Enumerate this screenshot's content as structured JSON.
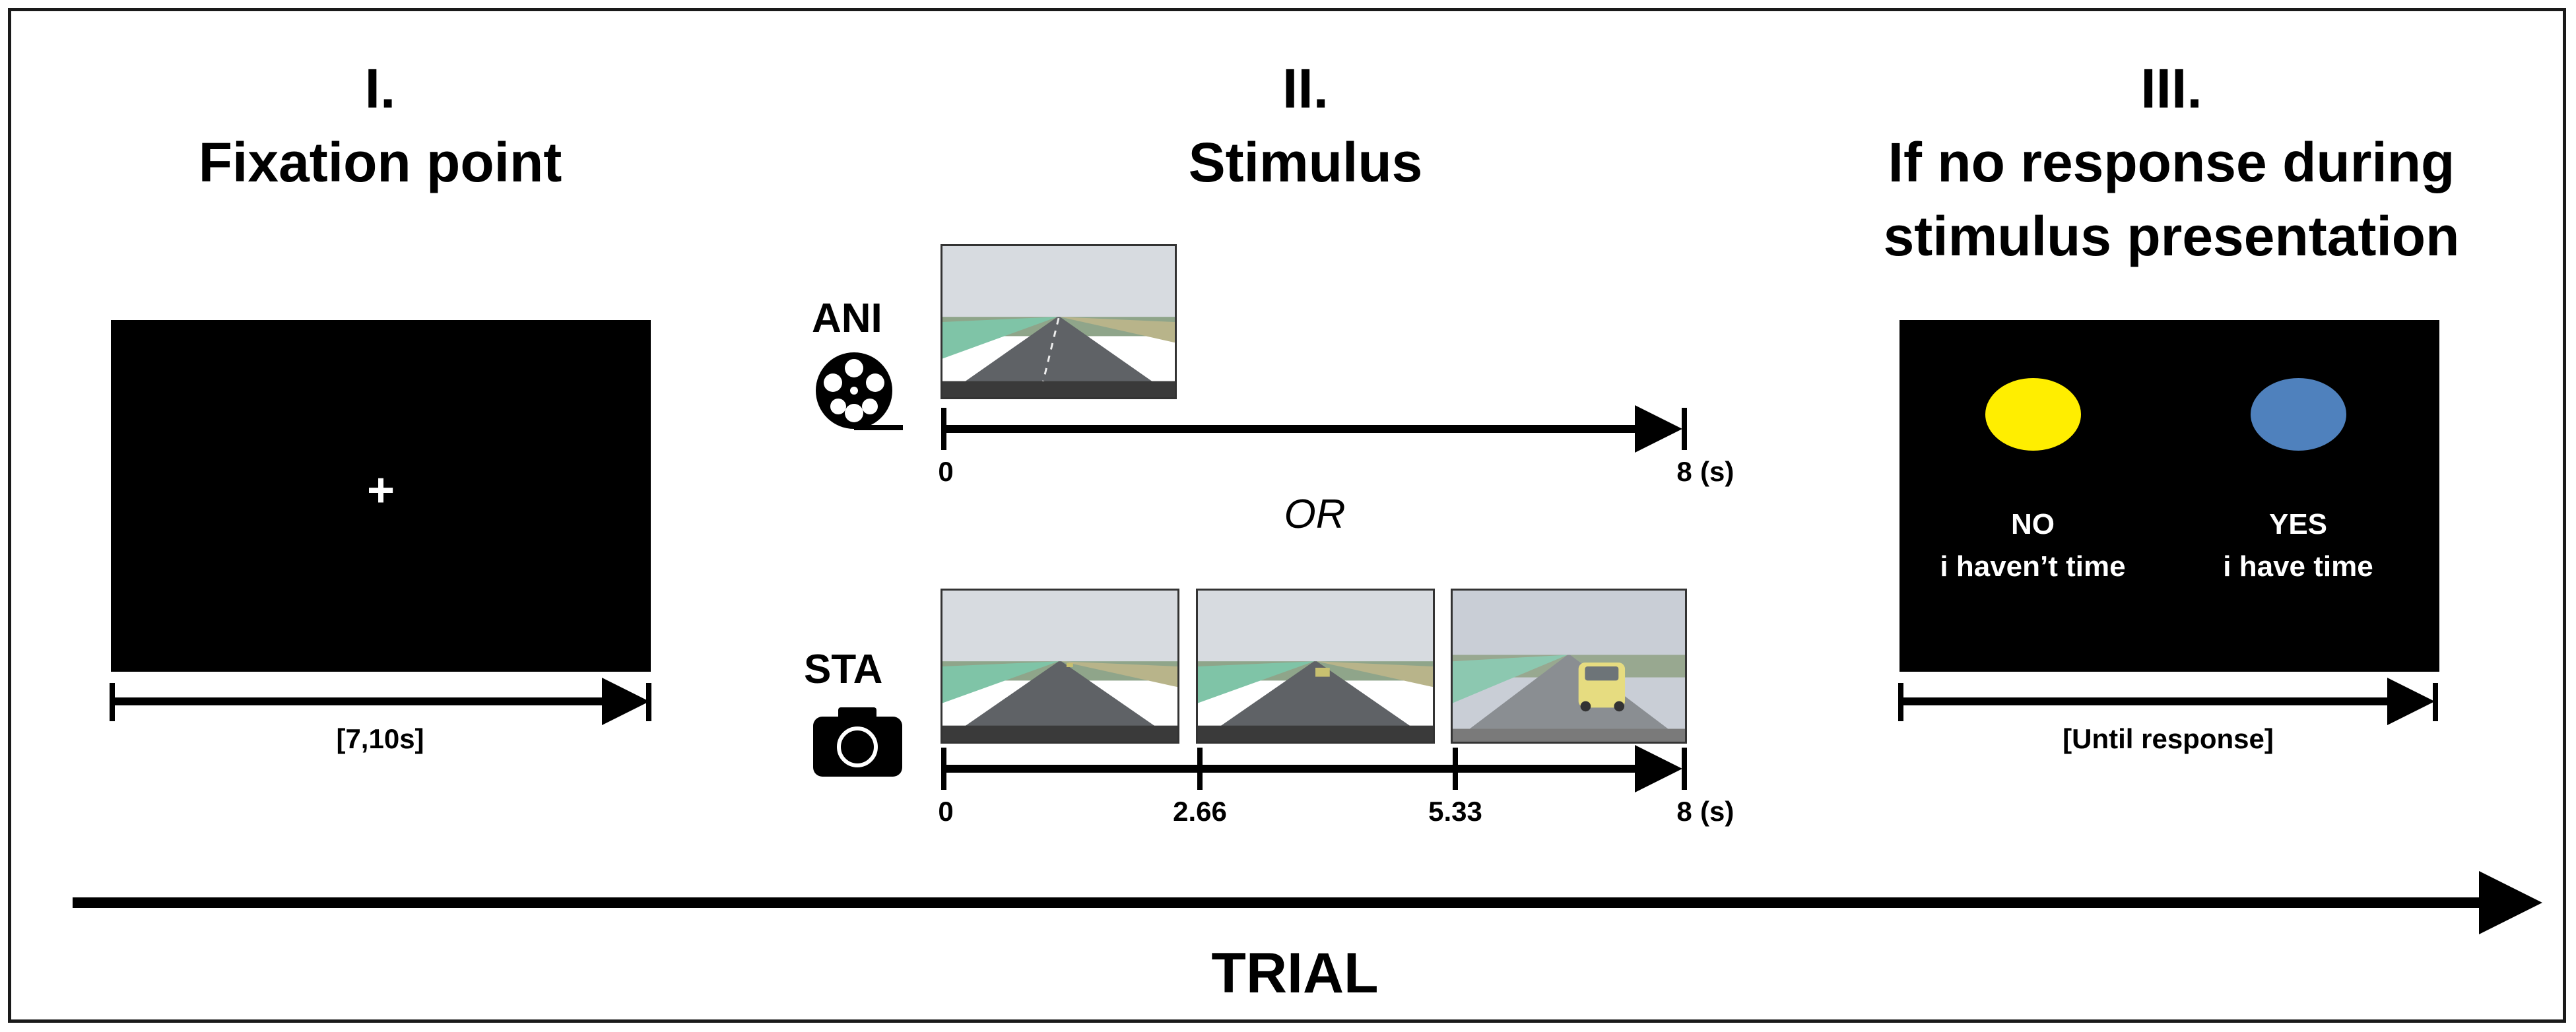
{
  "panels": [
    {
      "numeral": "I.",
      "title": "Fixation point"
    },
    {
      "numeral": "II.",
      "title": "Stimulus"
    },
    {
      "numeral": "III.",
      "title_line1": "If no response during",
      "title_line2": "stimulus presentation"
    }
  ],
  "fixation": {
    "cross": "+",
    "duration": "[7,10s]"
  },
  "stimulus": {
    "ani": {
      "label": "ANI",
      "icon": "film-reel-icon",
      "ticks": [
        "0",
        "8"
      ],
      "unit": "(s)"
    },
    "separator": "OR",
    "sta": {
      "label": "STA",
      "icon": "camera-icon",
      "ticks": [
        "0",
        "2.66",
        "5.33",
        "8"
      ],
      "unit": "(s)"
    }
  },
  "response": {
    "options": [
      {
        "color": "#ffee00",
        "line1": "NO",
        "line2": "i haven’t time"
      },
      {
        "color": "#4f81bd",
        "line1": "YES",
        "line2": "i have time"
      }
    ],
    "duration": "[Until response]"
  },
  "trial": {
    "label": "TRIAL"
  }
}
